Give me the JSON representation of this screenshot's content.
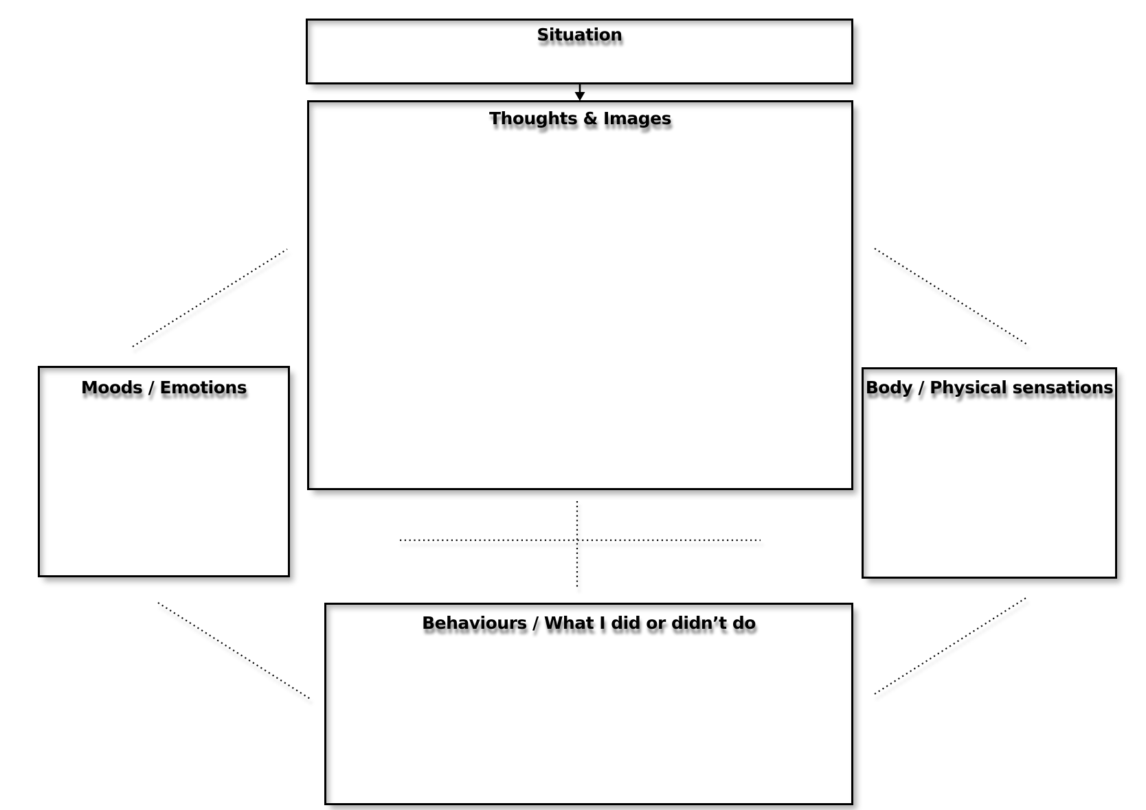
{
  "diagram": {
    "boxes": {
      "situation": {
        "label": "Situation"
      },
      "thoughts": {
        "label": "Thoughts & Images"
      },
      "moods": {
        "label": "Moods / Emotions"
      },
      "body": {
        "label": "Body / Physical sensations"
      },
      "behaviours": {
        "label": "Behaviours / What I did or didn’t do"
      }
    },
    "colors": {
      "box_border": "#000000",
      "box_fill": "#ffffff",
      "label_text": "#000000",
      "connector_dots": "#0a0a0a"
    }
  }
}
